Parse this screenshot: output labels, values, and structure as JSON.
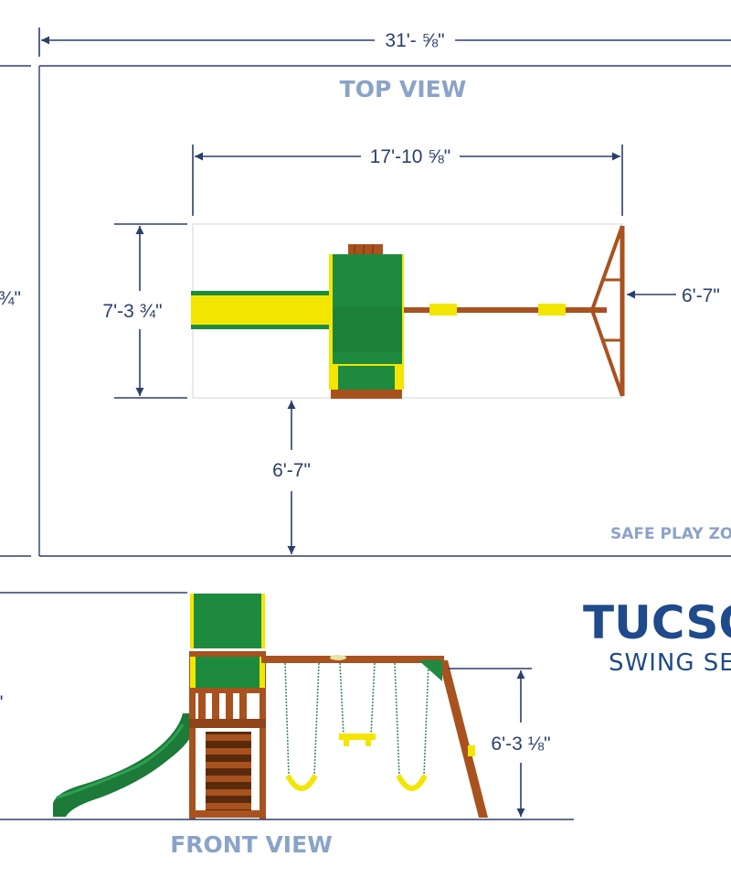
{
  "dimensions": {
    "overall_width": "31'- ⅝\"",
    "left_edge_partial": "¾\"",
    "footprint_width": "17'-10 ⅝\"",
    "footprint_depth": "7'-3 ¾\"",
    "right_clearance": "6'-7\"",
    "front_clearance": "6'-7\"",
    "front_left_partial": "\"",
    "swing_beam_height": "6'-3 ⅛\""
  },
  "labels": {
    "top_view": "TOP VIEW",
    "safe_play_zone": "SAFE PLAY ZO",
    "front_view": "FRONT VIEW"
  },
  "brand": {
    "name": "TUCSO",
    "subtitle": "SWING SE"
  },
  "colors": {
    "dimension_line": "#2b3f6b",
    "view_label": "#8aa3c8",
    "brand": "#1f4a8c",
    "canopy_green": "#1e8a3e",
    "accent_yellow": "#f2e600",
    "wood": "#a8521f",
    "slide_green": "#1d7a38"
  }
}
